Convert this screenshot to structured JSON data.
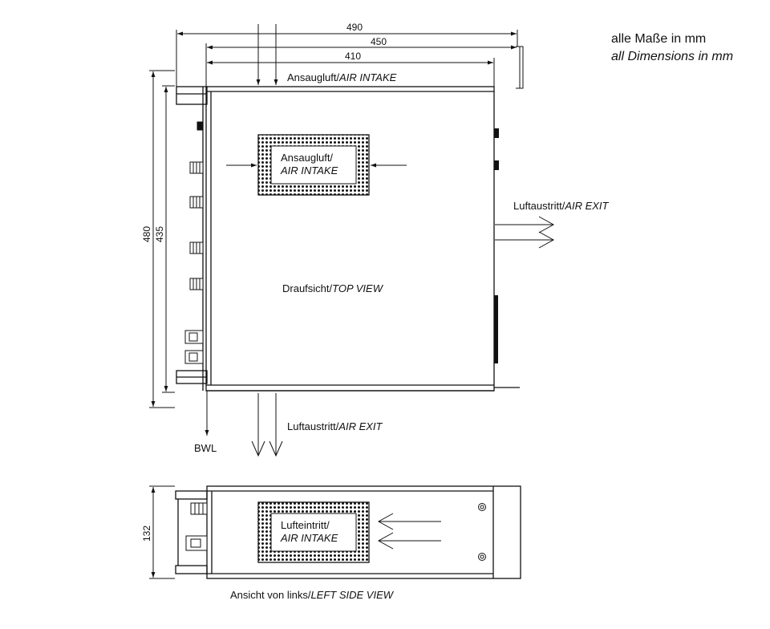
{
  "notes": {
    "de": "alle Maße in mm",
    "en": "all Dimensions in mm"
  },
  "dimensions": {
    "w490": "490",
    "w450": "450",
    "w410": "410",
    "h480": "480",
    "h435": "435",
    "h132": "132"
  },
  "top_view": {
    "intake_top": {
      "de": "Ansaugluft/",
      "en": "AIR INTAKE"
    },
    "intake_vent": {
      "de": "Ansaugluft/",
      "en": "AIR INTAKE"
    },
    "exit_right": {
      "de": "Luftaustritt/",
      "en": "AIR EXIT"
    },
    "exit_bottom": {
      "de": "Luftaustritt/",
      "en": "AIR EXIT"
    },
    "view_label": {
      "de": "Draufsicht/",
      "en": "TOP VIEW"
    },
    "bwl": "BWL"
  },
  "side_view": {
    "intake_vent": {
      "de": "Lufteintritt/",
      "en": "AIR INTAKE"
    },
    "view_label": {
      "de": "Ansicht von links/",
      "en": "LEFT SIDE VIEW"
    }
  },
  "colors": {
    "line": "#111111",
    "background": "#ffffff"
  }
}
